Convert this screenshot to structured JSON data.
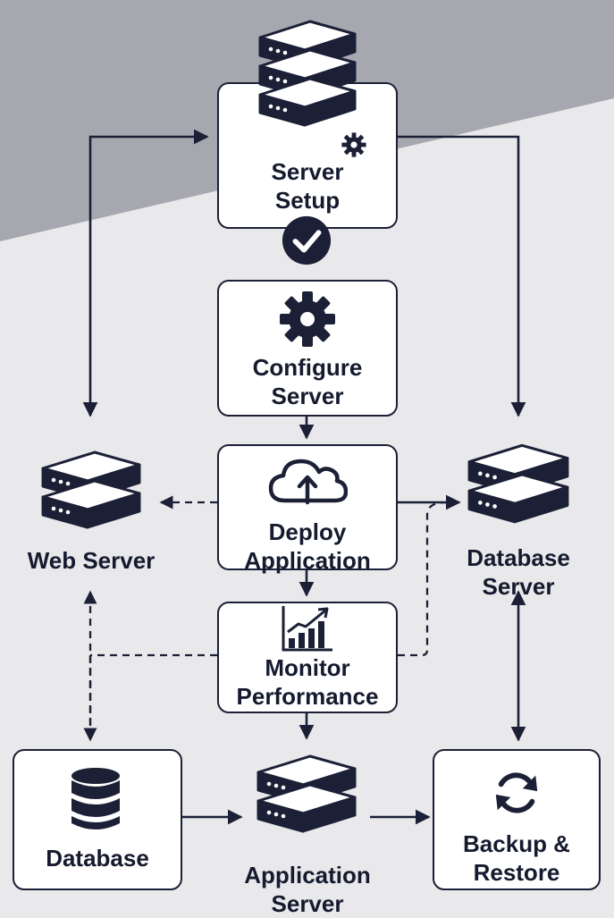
{
  "colors": {
    "ink": "#1c2036",
    "background_light": "#e9e9ec",
    "background_dark": "#a7a7b0",
    "box_fill": "#ffffff"
  },
  "nodes": {
    "server_setup": {
      "line1": "Server",
      "line2": "Setup",
      "icon": "server-stack-gear-icon",
      "badge": "checkmark-icon"
    },
    "configure": {
      "line1": "Configure",
      "line2": "Server",
      "icon": "gear-icon"
    },
    "deploy": {
      "line1": "Deploy",
      "line2": "Application",
      "icon": "cloud-upload-icon"
    },
    "monitor": {
      "line1": "Monitor",
      "line2": "Performance",
      "icon": "bar-chart-trend-icon"
    },
    "web_server": {
      "line1": "Web Server",
      "icon": "server-icon"
    },
    "database_server": {
      "line1": "Database",
      "line2": "Server",
      "icon": "server-icon"
    },
    "database": {
      "line1": "Database",
      "icon": "database-cylinder-icon"
    },
    "app_server": {
      "line1": "Application",
      "line2": "Server",
      "icon": "server-stack-icon"
    },
    "backup": {
      "line1": "Backup &",
      "line2": "Restore",
      "icon": "refresh-icon"
    }
  },
  "connections": [
    {
      "from": "server_setup",
      "to": "web_server",
      "style": "solid",
      "direction": "both"
    },
    {
      "from": "server_setup",
      "to": "database_server",
      "style": "solid",
      "direction": "forward"
    },
    {
      "from": "configure",
      "to": "deploy",
      "style": "solid",
      "direction": "forward"
    },
    {
      "from": "deploy",
      "to": "monitor",
      "style": "solid",
      "direction": "forward"
    },
    {
      "from": "deploy",
      "to": "web_server",
      "style": "dashed",
      "direction": "forward"
    },
    {
      "from": "deploy",
      "to": "database_server",
      "style": "solid",
      "direction": "forward"
    },
    {
      "from": "monitor",
      "to": "database_server",
      "style": "dashed",
      "direction": "forward"
    },
    {
      "from": "monitor",
      "to": "web_server",
      "style": "dashed",
      "direction": "forward"
    },
    {
      "from": "monitor",
      "to": "database",
      "style": "dashed",
      "direction": "forward"
    },
    {
      "from": "monitor",
      "to": "app_server",
      "style": "solid",
      "direction": "forward"
    },
    {
      "from": "database",
      "to": "app_server",
      "style": "solid",
      "direction": "forward"
    },
    {
      "from": "app_server",
      "to": "backup",
      "style": "solid",
      "direction": "forward"
    },
    {
      "from": "database_server",
      "to": "backup",
      "style": "solid",
      "direction": "both"
    }
  ]
}
